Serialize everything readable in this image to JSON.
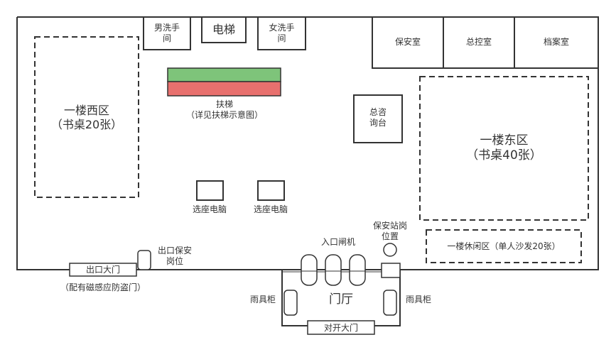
{
  "rooms": {
    "mens_restroom": "男洗手\n间",
    "elevator": "电梯",
    "womens_restroom": "女洗手\n间",
    "security_room": "保安室",
    "control_room": "总控室",
    "archive_room": "档案室",
    "info_desk": "总咨\n询台",
    "lobby": "门厅"
  },
  "zones": {
    "west": "一楼西区\n（书桌20张）",
    "east": "一楼东区\n（书桌40张）",
    "lounge": "一楼休闲区（单人沙发20张）"
  },
  "escalator": {
    "label": "扶梯\n（详见扶梯示意图）",
    "up_color": "#7ec47a",
    "down_color": "#e8706e"
  },
  "devices": {
    "seat_pc_1": "选座电脑",
    "seat_pc_2": "选座电脑",
    "entry_gate": "入口闸机",
    "guard_post": "保安站岗\n位置",
    "exit_guard": "出口保安\n岗位",
    "umbrella_left": "雨具柜",
    "umbrella_right": "雨具柜"
  },
  "doors": {
    "exit_door": "出口大门",
    "exit_door_note": "（配有磁感应防盗门）",
    "double_door": "对开大门"
  }
}
